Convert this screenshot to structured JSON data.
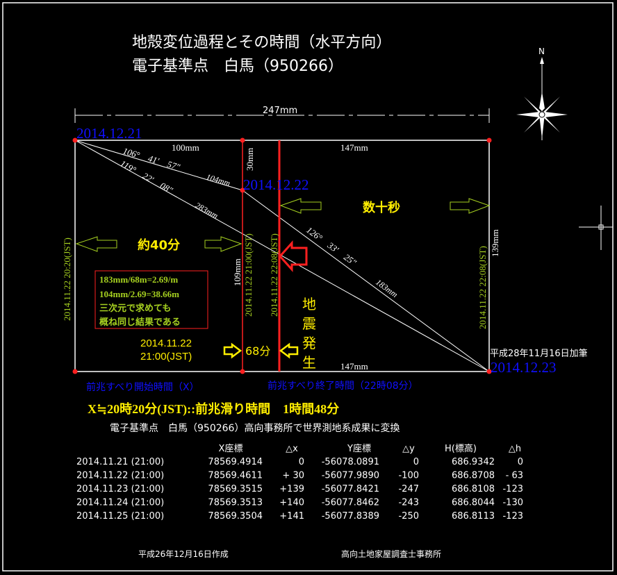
{
  "title": {
    "line1": "地殻変位過程とその時間（水平方向）",
    "line2": "電子基準点　白馬（950266）"
  },
  "compass": {
    "north_label": "N"
  },
  "dimensions": {
    "total_width": "247mm",
    "top_left": "100mm",
    "top_right": "147mm",
    "bottom_right": "147mm",
    "vertical_30": "30mm",
    "vertical_109": "109mm",
    "vertical_139": "139mm",
    "diag_104": "104mm",
    "diag_283": "283mm",
    "diag_183": "183mm",
    "angle_1": "106°　41′　57″",
    "angle_2": "119°　22′　08″",
    "angle_3": "126°　33′　25″"
  },
  "points": {
    "p1": "2014.12.21",
    "p2": "2014.12.22",
    "p3": "2014.12.23"
  },
  "vertical_labels": {
    "left": "2014.11.22 20:20(JST)",
    "mid1": "2014.11.22 21:00(JST)",
    "mid2": "2014.11.22 22:08(JST)",
    "right": "2014.11.22 22:08(JST)"
  },
  "intervals": {
    "about_40": "約40分",
    "tens_of_seconds": "数十秒",
    "min_68": "68分",
    "earthquake": [
      "地",
      "震",
      "発",
      "生"
    ]
  },
  "calc_box": [
    "183mm/68m=2.69/m",
    "104mm/2.69=38.66m",
    "三次元で求めても",
    "概ね同じ結果である"
  ],
  "start_time": {
    "date": "2014.11.22",
    "time": "21:00(JST)"
  },
  "note_added": "平成28年11月16日加筆",
  "captions": {
    "start": "前兆すべり開始時間（X）",
    "end": "前兆すべり終了時間（22時08分）",
    "summary": "X≒20時20分(JST)::前兆滑り時間　1時間48分",
    "conversion": "電子基準点　白馬（950266）高向事務所で世界測地系成果に変換"
  },
  "table": {
    "headers": [
      "",
      "X座標",
      "△x",
      "Y座標",
      "△y",
      "H(標高)",
      "△h"
    ],
    "rows": [
      [
        "2014.11.21 (21:00)",
        "78569.4914",
        "0",
        "-56078.0891",
        "0",
        "686.9342",
        "0"
      ],
      [
        "2014.11.22 (21:00)",
        "78569.4611",
        "+ 30",
        "-56077.9890",
        "-100",
        "686.8708",
        "- 63"
      ],
      [
        "2014.11.23 (21:00)",
        "78569.3515",
        "+139",
        "-56077.8421",
        "-247",
        "686.8108",
        "-123"
      ],
      [
        "2014.11.24 (21:00)",
        "78569.3513",
        "+140",
        "-56077.8462",
        "-243",
        "686.8044",
        "-130"
      ],
      [
        "2014.11.25 (21:00)",
        "78569.3504",
        "+141",
        "-56077.8389",
        "-250",
        "686.8113",
        "-123"
      ]
    ]
  },
  "footer": {
    "created": "平成26年12月16日作成",
    "office": "高向土地家屋調査士事務所"
  },
  "colors": {
    "red": "#ff2020",
    "blue": "#1010ff",
    "yellow": "#ffee00",
    "yellow_green": "#a6d020"
  }
}
